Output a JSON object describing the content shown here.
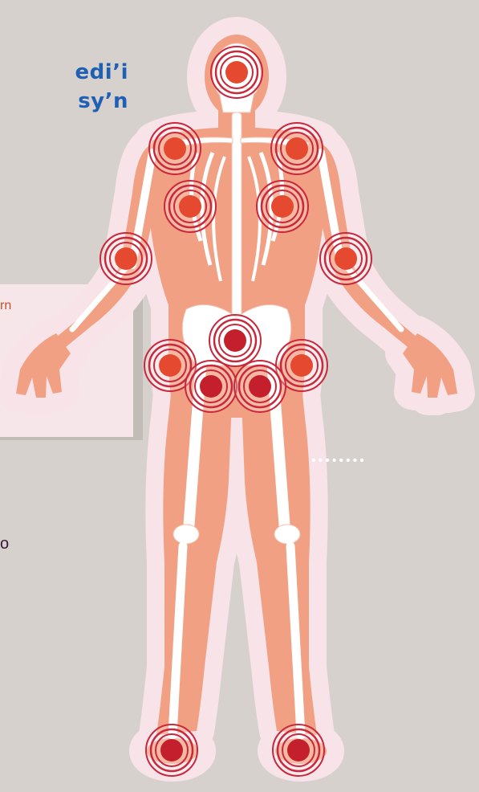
{
  "heading": {
    "line1": "edi’i",
    "line2": "sy’n"
  },
  "panel": {
    "text_fragment": "rn"
  },
  "body_text": {
    "fragment": "o"
  },
  "decor": {
    "dots_top": "•",
    "dots_bottom": "••••••••"
  },
  "figure": {
    "silhouette_icon": "human-skeleton-illustration",
    "joint_marker_icon": "concentric-pain-target",
    "joints": [
      "head",
      "left-shoulder",
      "right-shoulder",
      "left-chest",
      "right-chest",
      "left-elbow",
      "right-elbow",
      "pelvis",
      "left-hip",
      "right-hip",
      "left-groin",
      "right-groin",
      "left-ankle",
      "right-ankle"
    ]
  },
  "colors": {
    "background": "#d6d1cd",
    "halo": "#f7e3e8",
    "skin": "#f2a083",
    "bone": "#ffffff",
    "marker_ring": "#c8283c",
    "marker_core": "#e5492f",
    "marker_core_dark": "#c41f2c",
    "heading": "#1f5fb4",
    "panel": "#f6e6ea"
  }
}
